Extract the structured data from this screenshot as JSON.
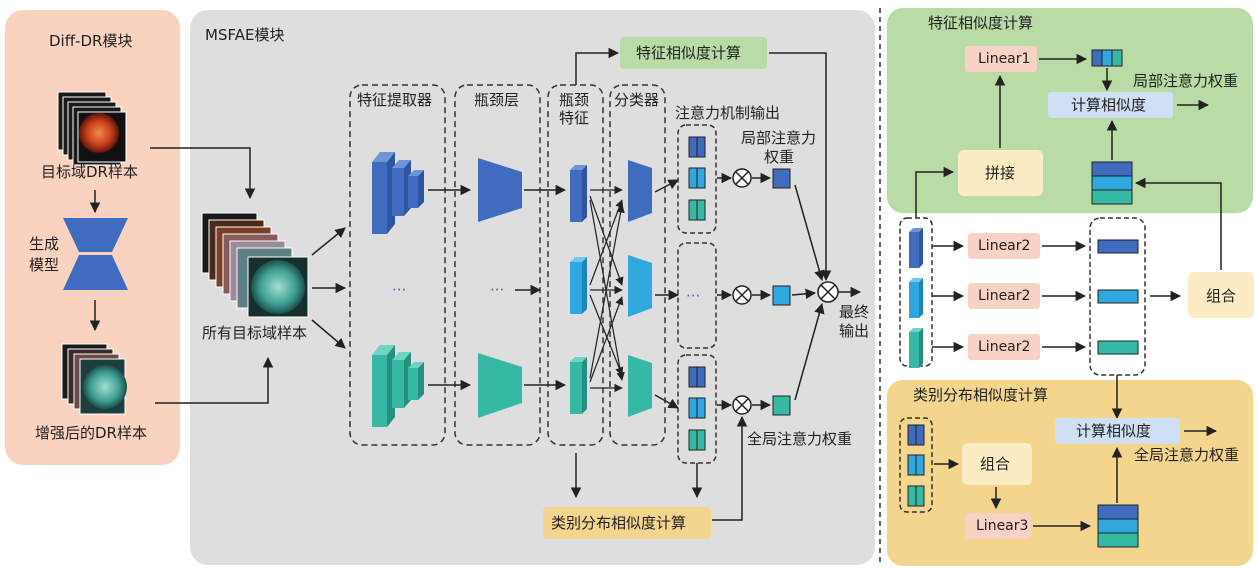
{
  "colors": {
    "left_panel": "#f9d3bf",
    "middle_panel": "#dedede",
    "green_panel": "#b9dba5",
    "yellow_panel": "#f4d58d",
    "blue_dark": "#3f6cbf",
    "blue_light": "#2fa8e0",
    "teal": "#35b9a4",
    "pink_box": "#f8d2c4",
    "light_blue_box": "#cfe0f4",
    "cream_box": "#fcecc4"
  },
  "left": {
    "title": "Diff-DR模块",
    "target_label": "目标域DR样本",
    "gen_model_line1": "生成",
    "gen_model_line2": "模型",
    "augmented_label": "增强后的DR样本"
  },
  "middle": {
    "title": "MSFAE模块",
    "all_target": "所有目标域样本",
    "feature_extractor": "特征提取器",
    "bottleneck": "瓶颈层",
    "bottleneck_feat_1": "瓶颈",
    "bottleneck_feat_2": "特征",
    "classifier": "分类器",
    "attention_output": "注意力机制输出",
    "local_weight_1": "局部注意力",
    "local_weight_2": "权重",
    "global_weight": "全局注意力权重",
    "final_1": "最终",
    "final_2": "输出",
    "feature_sim": "特征相似度计算",
    "class_sim": "类别分布相似度计算",
    "ellipsis": "···"
  },
  "right": {
    "feature_sim_title": "特征相似度计算",
    "linear1": "Linear1",
    "local_weight": "局部注意力权重",
    "compute_sim": "计算相似度",
    "concat": "拼接",
    "linear2": [
      "Linear2",
      "Linear2",
      "Linear2"
    ],
    "combine": "组合",
    "class_sim_title": "类别分布相似度计算",
    "combine2": "组合",
    "compute_sim2": "计算相似度",
    "linear3": "Linear3",
    "global_weight": "全局注意力权重"
  }
}
